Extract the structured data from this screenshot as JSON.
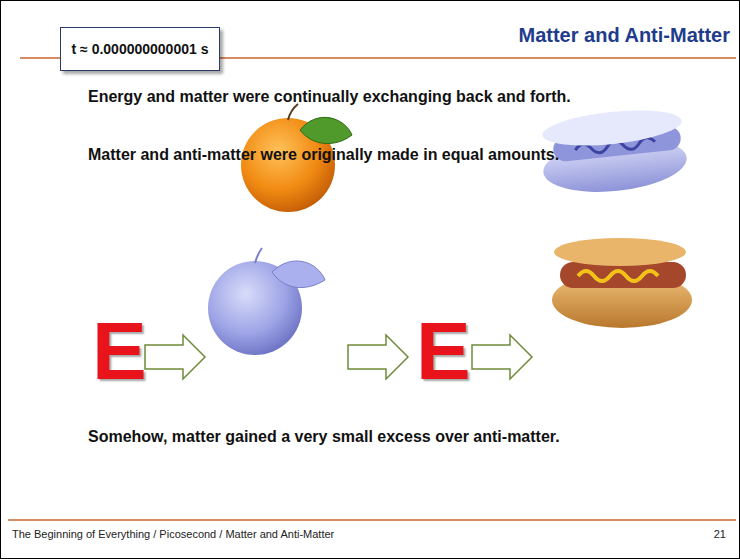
{
  "diagram": {
    "title": "Matter and Anti-Matter",
    "nodes": [
      {
        "text": [
          "t ≈ 0.000000000001 s"
        ]
      }
    ],
    "labels": [
      "Energy and matter were continually exchanging back and forth.",
      "Matter and anti-matter were originally made in equal amounts.",
      "E",
      "E",
      "Somehow, matter gained a very small excess over anti-matter.",
      "The Beginning of Everything / Picosecond / Matter and Anti-Matter",
      "21"
    ]
  }
}
